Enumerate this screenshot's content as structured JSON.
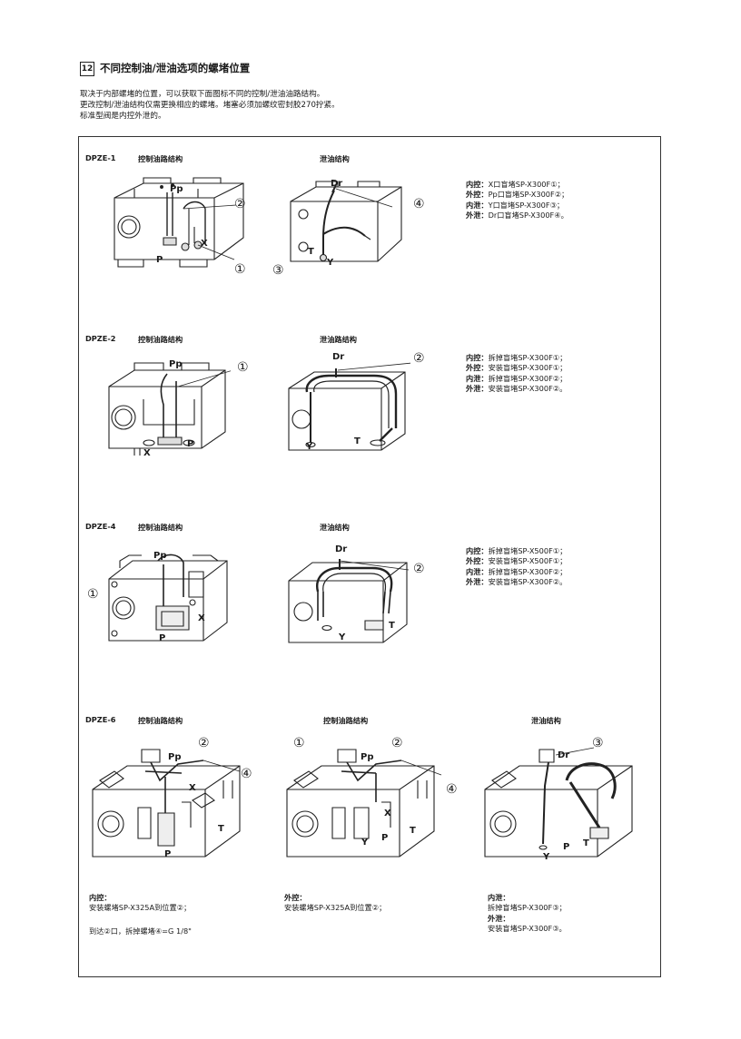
{
  "header": {
    "section_number": "12",
    "title": "不同控制油/泄油选项的螺堵位置",
    "intro_lines": [
      "取决于内部螺堵的位置，可以获取下面图标不同的控制/泄油油路结构。",
      "更改控制/泄油结构仅需更换相应的螺堵。堵塞必须加螺纹密封胶270拧紧。",
      "标准型阀是内控外泄的。"
    ]
  },
  "sections": {
    "dpze1": {
      "model": "DPZE-1",
      "control_title": "控制油路结构",
      "drain_title": "泄油结构",
      "notes": [
        {
          "k": "内控：",
          "v": "X口盲堵SP-X300F①；"
        },
        {
          "k": "外控：",
          "v": "Pp口盲堵SP-X300F②；"
        },
        {
          "k": "内泄：",
          "v": "Y口盲堵SP-X300F③；"
        },
        {
          "k": "外泄：",
          "v": "Dr口盲堵SP-X300F④。"
        }
      ],
      "left_fig": {
        "Pp": "Pp",
        "X": "X",
        "P": "P",
        "n1": "①",
        "n2": "②"
      },
      "right_fig": {
        "Dr": "Dr",
        "T": "T",
        "Y": "Y",
        "n3": "③",
        "n4": "④"
      }
    },
    "dpze2": {
      "model": "DPZE-2",
      "control_title": "控制油路结构",
      "drain_title": "泄油路结构",
      "notes": [
        {
          "k": "内控：",
          "v": "拆掉盲堵SP-X300F①；"
        },
        {
          "k": "外控：",
          "v": "安装盲堵SP-X300F①；"
        },
        {
          "k": "内泄：",
          "v": "拆掉盲堵SP-X300F②；"
        },
        {
          "k": "外泄：",
          "v": "安装盲堵SP-X300F②。"
        }
      ],
      "left_fig": {
        "Pp": "Pp",
        "X": "X",
        "P": "P",
        "n1": "①"
      },
      "right_fig": {
        "Dr": "Dr",
        "T": "T",
        "Y": "Y",
        "n2": "②"
      }
    },
    "dpze4": {
      "model": "DPZE-4",
      "control_title": "控制油路结构",
      "drain_title": "泄油结构",
      "notes": [
        {
          "k": "内控：",
          "v": "拆掉盲堵SP-X500F①；"
        },
        {
          "k": "外控：",
          "v": "安装盲堵SP-X500F①；"
        },
        {
          "k": "内泄：",
          "v": "拆掉盲堵SP-X300F②；"
        },
        {
          "k": "外泄：",
          "v": "安装盲堵SP-X300F②。"
        }
      ],
      "left_fig": {
        "Pp": "Pp",
        "X": "X",
        "P": "P",
        "n1": "①"
      },
      "right_fig": {
        "Dr": "Dr",
        "T": "T",
        "Y": "Y",
        "n2": "②"
      }
    },
    "dpze6": {
      "model": "DPZE-6",
      "control_title_1": "控制油路结构",
      "control_title_2": "控制油路结构",
      "drain_title": "泄油结构",
      "fig1": {
        "Pp": "Pp",
        "X": "X",
        "P": "P",
        "T": "T",
        "n2": "②",
        "n4": "④"
      },
      "fig2": {
        "Pp": "Pp",
        "X": "X",
        "P": "P",
        "T": "T",
        "Y": "Y",
        "n1": "①",
        "n2": "②",
        "n4": "④"
      },
      "fig3": {
        "Dr": "Dr",
        "Y": "Y",
        "P": "P",
        "T": "T",
        "n3": "③"
      },
      "note1": {
        "head": "内控：",
        "line1": "安装螺堵SP-X325A到位置②；",
        "line2": "到达②口，拆掉螺堵④=G 1/8\""
      },
      "note2": {
        "head": "外控：",
        "line1": "安装螺堵SP-X325A到位置②；"
      },
      "note3": {
        "head1": "内泄：",
        "line1": "拆掉盲堵SP-X300F③；",
        "head2": "外泄：",
        "line2": "安装盲堵SP-X300F③。"
      }
    }
  }
}
